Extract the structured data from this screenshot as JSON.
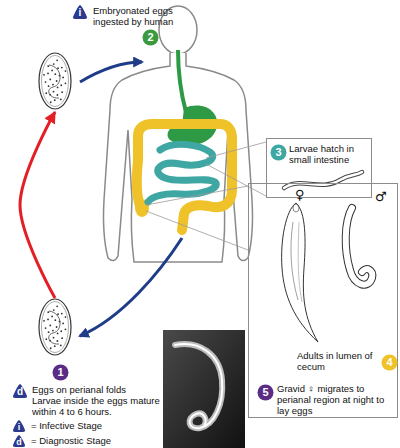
{
  "diagram": {
    "nodes": [
      {
        "text": [
          "i"
        ]
      },
      {
        "text": [
          "Embryonated eggs ingested by human"
        ]
      },
      {
        "text": [
          "2"
        ]
      },
      {
        "text": [
          "Larvae hatch in small intestine"
        ]
      },
      {
        "text": [
          "3"
        ],
        "in": 3
      },
      {
        "text": [
          "♀",
          "♂",
          "Adults in lumen of cecum",
          "Gravid ♀ migrates to perianal region at night to lay eggs"
        ]
      },
      {
        "text": [
          "4"
        ],
        "in": 5
      },
      {
        "text": [
          "5"
        ],
        "in": 5
      },
      {
        "text": [
          "d"
        ]
      },
      {
        "text": [
          "Eggs on perianal folds",
          "Larvae inside the eggs mature within 4 to 6 hours."
        ]
      },
      {
        "text": [
          "1"
        ]
      }
    ],
    "edges": [
      {
        "from": 9,
        "to": 1,
        "arrow": "to"
      }
    ],
    "labels": [
      "i",
      "d"
    ],
    "legend": [
      {
        "text": "= Infective Stage"
      },
      {
        "text": "= Diagnostic Stage"
      }
    ]
  }
}
